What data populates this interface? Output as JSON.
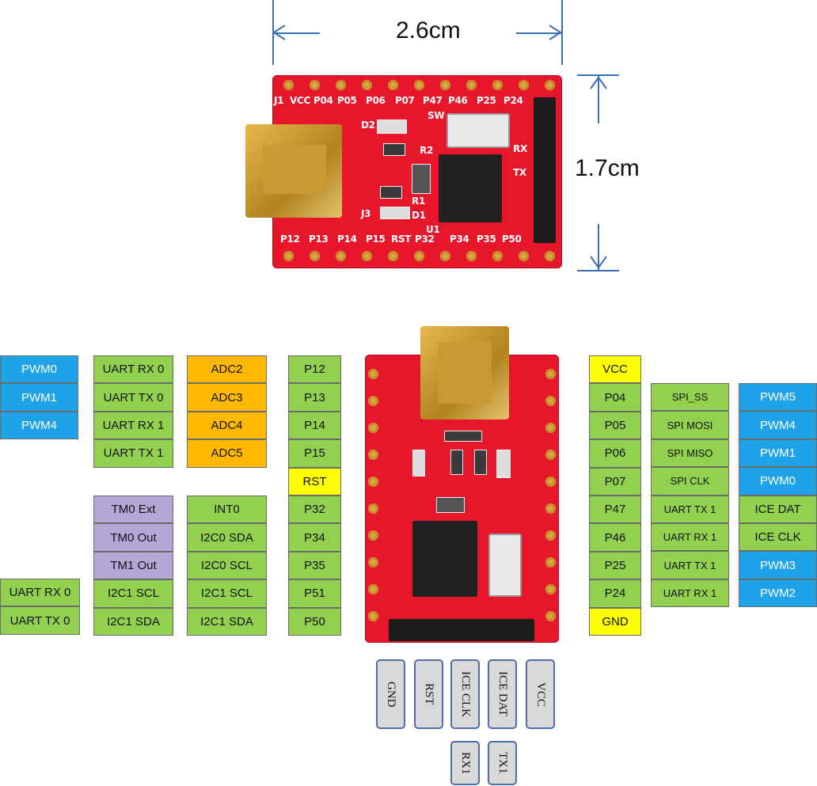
{
  "dimensions": {
    "width_label": "2.6cm",
    "height_label": "1.7cm"
  },
  "board_top": {
    "top_pins": [
      "J1",
      "VCC",
      "P04",
      "P05",
      "P06",
      "P07",
      "P47",
      "P46",
      "P25",
      "P24"
    ],
    "bottom_pins": [
      "P12",
      "P13",
      "P14",
      "P15",
      "RST",
      "P32",
      "P34",
      "P35",
      "P50"
    ],
    "misc": [
      "D2",
      "J3",
      "R2",
      "R1",
      "D1",
      "U1",
      "RX",
      "TX",
      "SW"
    ]
  },
  "pin_table": {
    "left_col1": [
      "PWM0",
      "PWM1",
      "PWM4"
    ],
    "left_col1_bottom": [
      "UART RX 0",
      "UART TX 0"
    ],
    "left_col2": [
      "UART RX 0",
      "UART TX 0",
      "UART RX 1",
      "UART TX 1"
    ],
    "left_col2_bottom": [
      "TM0 Ext",
      "TM0 Out",
      "TM1 Out",
      "I2C1 SCL",
      "I2C1 SDA"
    ],
    "left_col3": [
      "ADC2",
      "ADC3",
      "ADC4",
      "ADC5"
    ],
    "left_col3_bottom": [
      "INT0",
      "I2C0 SDA",
      "I2C0 SCL",
      "I2C1 SCL",
      "I2C1 SDA"
    ],
    "left_pins": [
      "P12",
      "P13",
      "P14",
      "P15",
      "RST",
      "P32",
      "P34",
      "P35",
      "P51",
      "P50"
    ],
    "right_pins": [
      "VCC",
      "P04",
      "P05",
      "P06",
      "P07",
      "P47",
      "P46",
      "P25",
      "P24",
      "GND"
    ],
    "right_col2": [
      "SPI_SS",
      "SPI MOSI",
      "SPI MISO",
      "SPI CLK",
      "UART TX 1",
      "UART RX 1",
      "UART TX 1",
      "UART RX 1"
    ],
    "right_col3": [
      "PWM5",
      "PWM4",
      "PWM1",
      "PWM0",
      "ICE DAT",
      "ICE CLK",
      "PWM3",
      "PWM2"
    ],
    "bottom_header": [
      "GND",
      "RST",
      "ICE CLK",
      "ICE DAT",
      "VCC"
    ],
    "bottom_extra": [
      "RX1",
      "TX1"
    ]
  },
  "colors": {
    "blue": "#1fa3e8",
    "green": "#92d050",
    "orange": "#ffb800",
    "yellow": "#ffff00",
    "purple": "#b4a7d6",
    "pcb": "#e8162b"
  }
}
